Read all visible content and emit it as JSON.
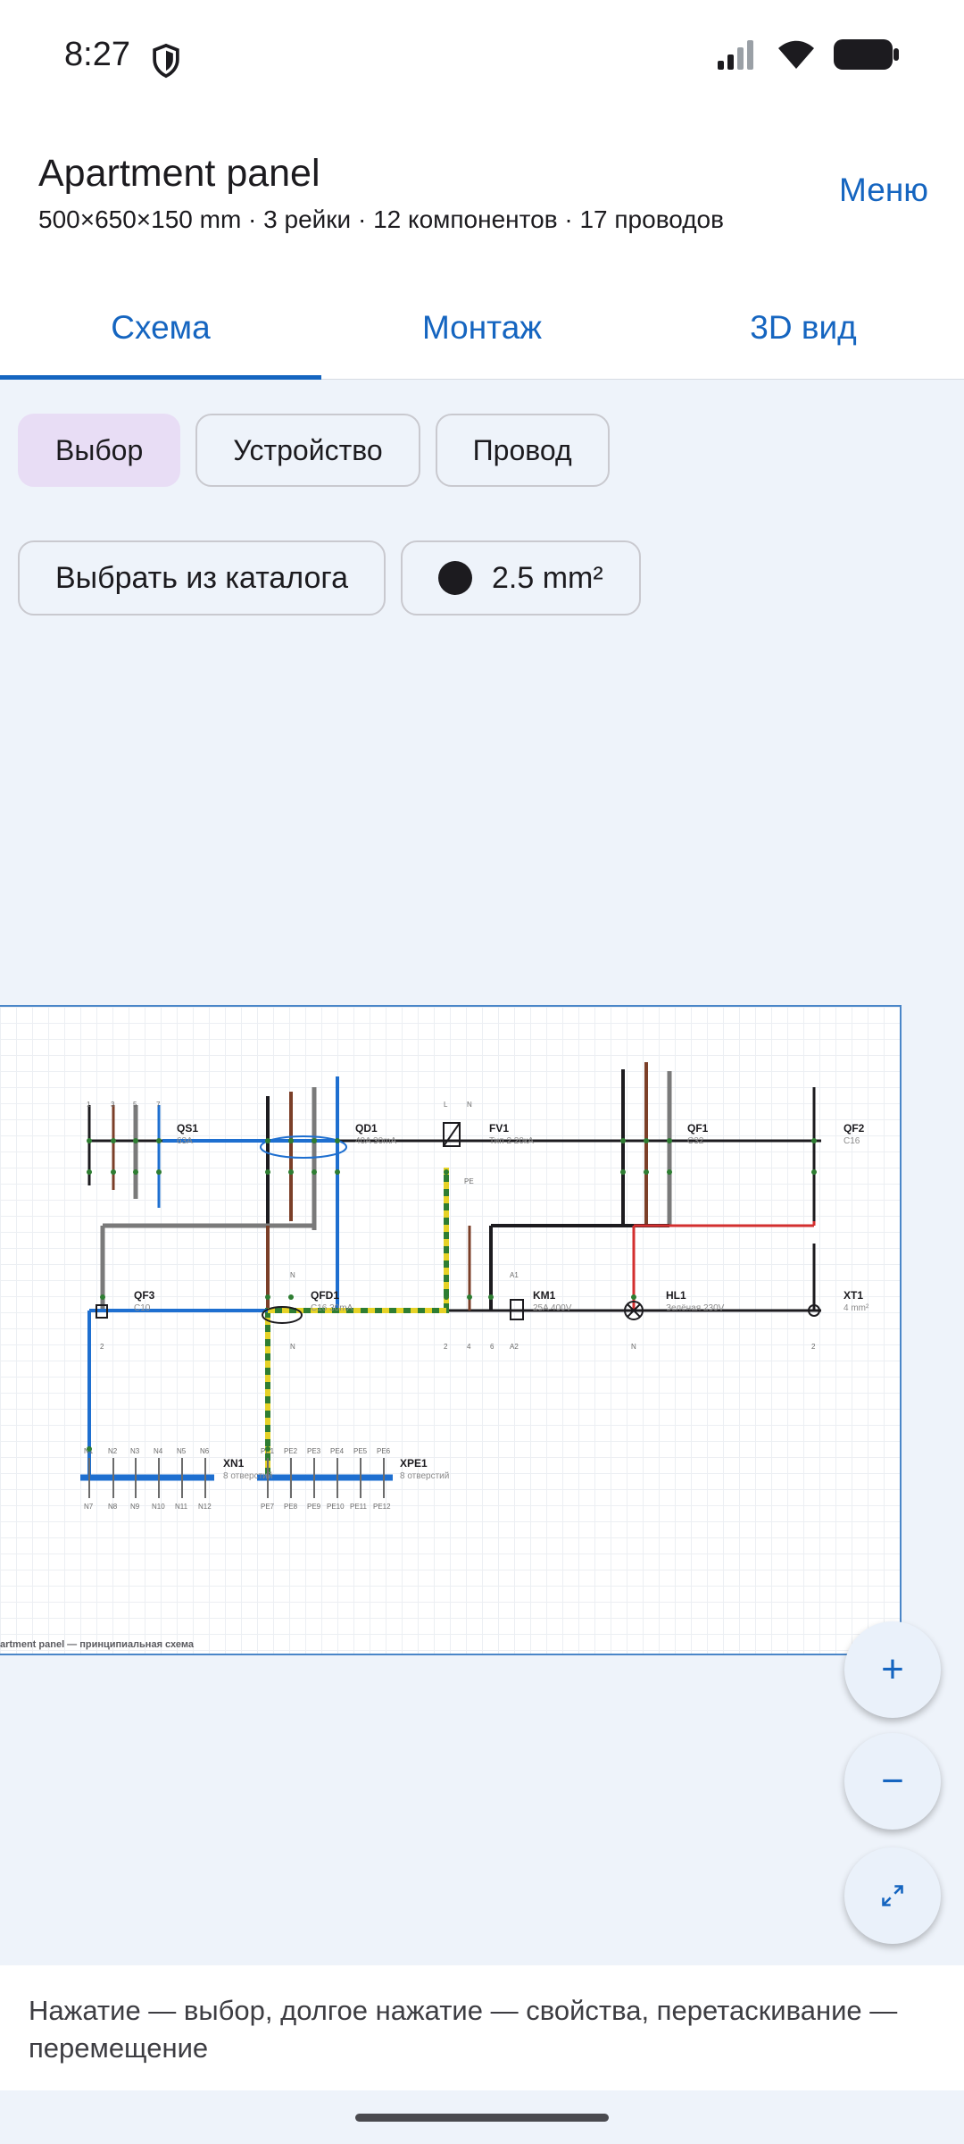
{
  "status": {
    "time": "8:27",
    "icons": [
      "shield-icon",
      "signal-icon",
      "wifi-icon",
      "battery-icon"
    ]
  },
  "header": {
    "title": "Apartment panel",
    "subtitle": "500×650×150 mm · 3 рейки · 12 компонентов · 17 проводов",
    "menu_label": "Меню"
  },
  "tabs": [
    {
      "label": "Схема",
      "active": true
    },
    {
      "label": "Монтаж",
      "active": false
    },
    {
      "label": "3D вид",
      "active": false
    }
  ],
  "tools": {
    "select": "Выбор",
    "device": "Устройство",
    "wire": "Провод",
    "catalog": "Выбрать из каталога",
    "wire_size": "2.5 mm²"
  },
  "schematic": {
    "caption": "artment panel — принципиальная схема",
    "components": [
      {
        "ref": "QS1",
        "desc": "63A"
      },
      {
        "ref": "QD1",
        "desc": "40A 30mA"
      },
      {
        "ref": "FV1",
        "desc": "Тип 2 20кА"
      },
      {
        "ref": "QF1",
        "desc": "C32"
      },
      {
        "ref": "QF2",
        "desc": "C16"
      },
      {
        "ref": "QF3",
        "desc": "C10"
      },
      {
        "ref": "QFD1",
        "desc": "C16 30mA"
      },
      {
        "ref": "KM1",
        "desc": "25A 400V"
      },
      {
        "ref": "HL1",
        "desc": "Зелёная 230V"
      },
      {
        "ref": "XT1",
        "desc": "4 mm²"
      },
      {
        "ref": "XN1",
        "desc": "8 отверстий"
      },
      {
        "ref": "XPE1",
        "desc": "8 отверстий"
      }
    ],
    "pins": {
      "qs1_top": [
        "1",
        "3",
        "5",
        "7"
      ],
      "fv1_top": [
        "L",
        "N"
      ],
      "fv1_bottom": "PE",
      "qfd1_top": "N",
      "qfd1_bottom": "N",
      "qf3_bottom": "2",
      "km1_top": "A1",
      "km1_bottom": [
        "2",
        "4",
        "6",
        "A2"
      ],
      "hl1_bottom": "N",
      "xt1_bottom": "2",
      "xn1_top": [
        "N1",
        "N2",
        "N3",
        "N4",
        "N5",
        "N6"
      ],
      "xn1_bottom": [
        "N7",
        "N8",
        "N9",
        "N10",
        "N11",
        "N12"
      ],
      "xpe1_top": [
        "PE1",
        "PE2",
        "PE3",
        "PE4",
        "PE5",
        "PE6"
      ],
      "xpe1_bottom": [
        "PE7",
        "PE8",
        "PE9",
        "PE10",
        "PE11",
        "PE12"
      ]
    }
  },
  "zoom": {
    "in": "+",
    "out": "−",
    "fit_icon": "fit-screen-icon"
  },
  "hint": "Нажатие — выбор, долгое нажатие — свойства, перетаскивание — перемещение",
  "colors": {
    "accent": "#1565c0",
    "selected_chip": "#e8ddf5",
    "canvas": "#eef3fa",
    "wire_blue": "#1e6fd0",
    "wire_brown": "#7b3f28",
    "wire_black": "#1c1b1f",
    "wire_red": "#d32f2f",
    "wire_pe_yellow": "#e6d227",
    "wire_pe_green": "#2e7d32"
  }
}
